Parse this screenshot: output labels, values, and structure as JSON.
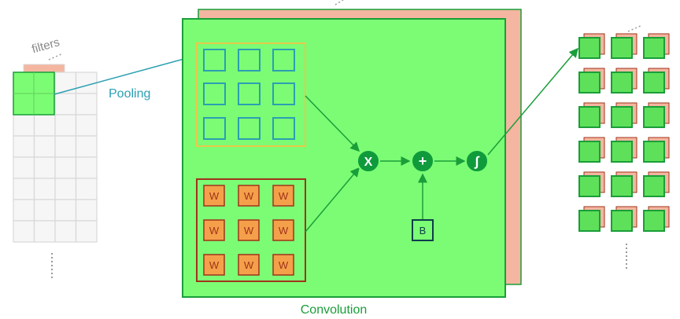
{
  "labels": {
    "filters": "filters",
    "pooling": "Pooling",
    "convolution": "Convolution"
  },
  "grid": {
    "weight_symbol": "W",
    "bias_symbol": "B"
  },
  "operators": {
    "multiply": "X",
    "add": "+",
    "integrate": "∫"
  },
  "colors": {
    "green_fill": "#7cfc74",
    "dark_green": "#1a9e3a",
    "teal": "#2a9fb2",
    "salmon": "#f4b6a0",
    "brown": "#a0331a",
    "yellow": "#e8c84a",
    "gray_grid": "#d8d8d8",
    "node": "#0f9b3c"
  }
}
